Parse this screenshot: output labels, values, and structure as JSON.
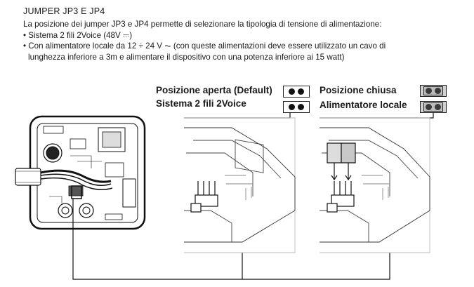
{
  "section": {
    "title": "JUMPER JP3 E JP4",
    "intro": "La posizione dei jumper JP3 e JP4 permette di selezionare la tipologia di tensione di alimentazione:",
    "bullet1": "• Sistema 2 fili 2Voice (48V ⎓)",
    "bullet2_line1": "• Con alimentatore locale da 12 ÷ 24 V ⏦ (con queste alimentazioni deve essere utilizzato un cavo di",
    "bullet2_line2": "lunghezza inferiore a 3m e alimentare il dispositivo con una potenza inferiore ai 15 watt)"
  },
  "labels": {
    "open_position": "Posizione aperta (Default)",
    "two_wire_system": "Sistema 2 fili 2Voice",
    "closed_position": "Posizione chiusa",
    "local_supply": "Alimentatore locale"
  },
  "icons": {
    "open_jumper": "open-jumper-icon",
    "closed_jumper": "closed-jumper-icon"
  }
}
